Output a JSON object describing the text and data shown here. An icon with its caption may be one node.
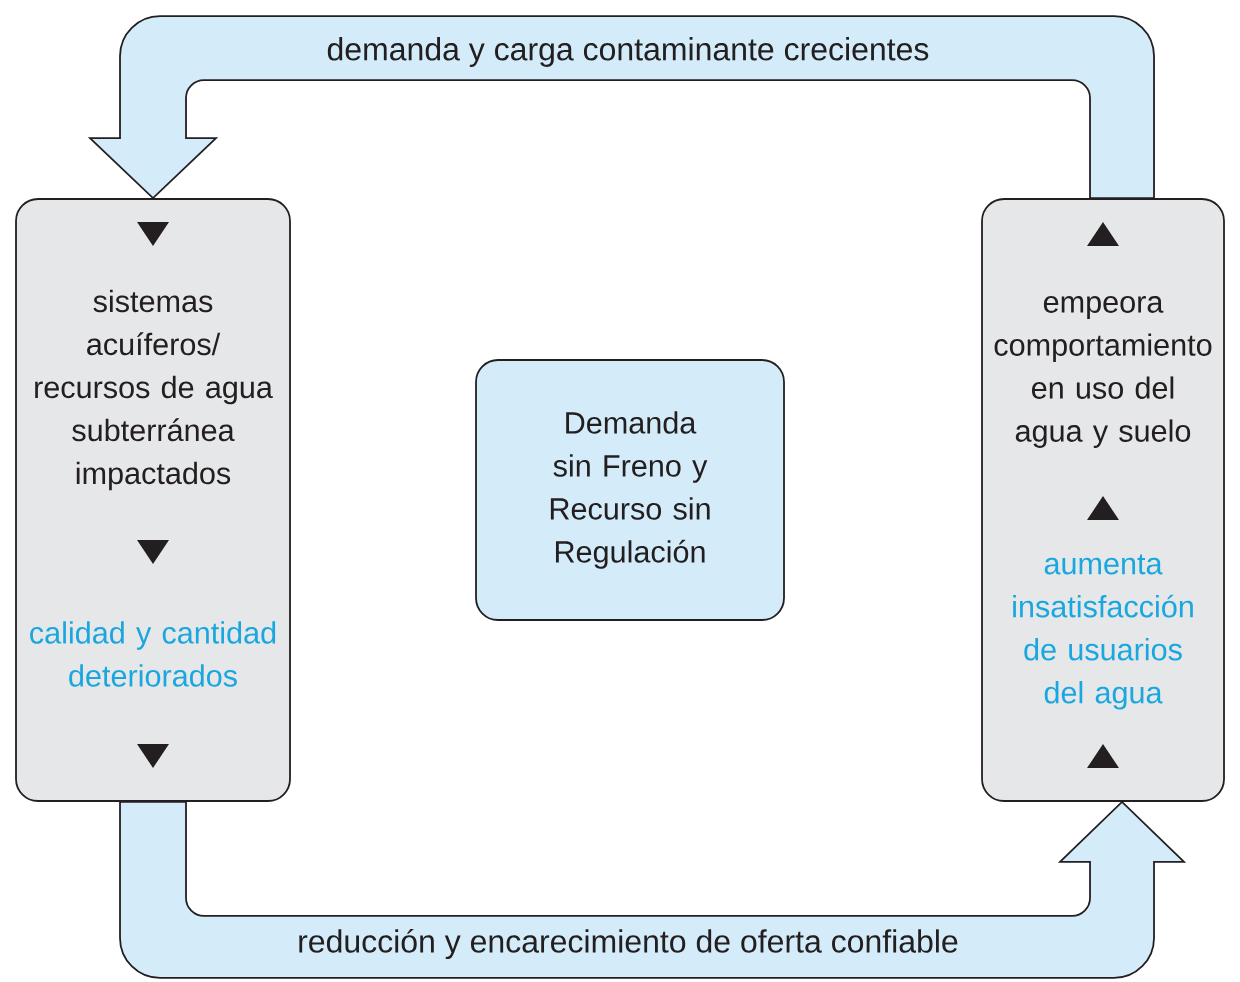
{
  "diagram": {
    "nodes": [
      {
        "text": [
          "sistemas acuíferos/ recursos de agua subterránea impactados",
          "calidad y cantidad deteriorados"
        ]
      },
      {
        "text": [
          "Demanda sin Freno y Recurso sin Regulación"
        ]
      },
      {
        "text": [
          "empeora comportamiento en uso del agua y suelo",
          "aumenta insatisfacción de usuarios del agua"
        ]
      }
    ],
    "edges": [
      {
        "from": 2,
        "to": 0,
        "arrow": "to",
        "label": "demanda y carga contaminante crecientes"
      },
      {
        "from": 0,
        "to": 2,
        "arrow": "to",
        "label": "reducción y encarecimiento de oferta confiable"
      }
    ]
  }
}
